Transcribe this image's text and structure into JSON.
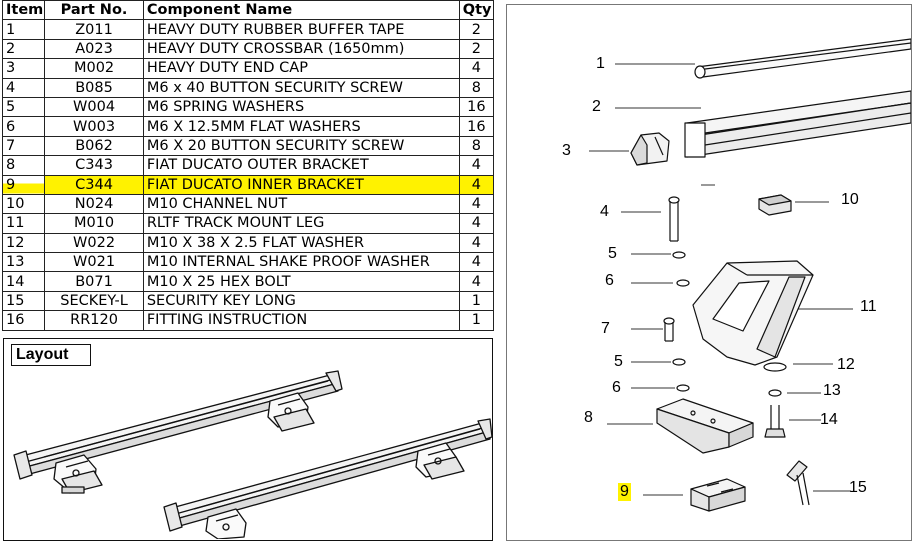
{
  "table": {
    "headers": {
      "item": "Item",
      "part_no": "Part No.",
      "name": "Component Name",
      "qty": "Qty"
    },
    "rows": [
      {
        "item": "1",
        "part_no": "Z011",
        "name": "HEAVY DUTY RUBBER BUFFER TAPE",
        "qty": "2",
        "highlight": false
      },
      {
        "item": "2",
        "part_no": "A023",
        "name": "HEAVY DUTY CROSSBAR (1650mm)",
        "qty": "2",
        "highlight": false
      },
      {
        "item": "3",
        "part_no": "M002",
        "name": "HEAVY DUTY END CAP",
        "qty": "4",
        "highlight": false
      },
      {
        "item": "4",
        "part_no": "B085",
        "name": "M6 x 40 BUTTON SECURITY SCREW",
        "qty": "8",
        "highlight": false
      },
      {
        "item": "5",
        "part_no": "W004",
        "name": "M6 SPRING WASHERS",
        "qty": "16",
        "highlight": false
      },
      {
        "item": "6",
        "part_no": "W003",
        "name": "M6 X 12.5MM FLAT WASHERS",
        "qty": "16",
        "highlight": false
      },
      {
        "item": "7",
        "part_no": "B062",
        "name": "M6 X 20 BUTTON SECURITY SCREW",
        "qty": "8",
        "highlight": false
      },
      {
        "item": "8",
        "part_no": "C343",
        "name": "FIAT DUCATO OUTER BRACKET",
        "qty": "4",
        "highlight": false
      },
      {
        "item": "9",
        "part_no": "C344",
        "name": "FIAT DUCATO INNER BRACKET",
        "qty": "4",
        "highlight": true
      },
      {
        "item": "10",
        "part_no": "N024",
        "name": "M10 CHANNEL NUT",
        "qty": "4",
        "highlight": false
      },
      {
        "item": "11",
        "part_no": "M010",
        "name": "RLTF TRACK MOUNT LEG",
        "qty": "4",
        "highlight": false
      },
      {
        "item": "12",
        "part_no": "W022",
        "name": "M10 X 38 X 2.5 FLAT WASHER",
        "qty": "4",
        "highlight": false
      },
      {
        "item": "13",
        "part_no": "W021",
        "name": "M10 INTERNAL SHAKE PROOF WASHER",
        "qty": "4",
        "highlight": false
      },
      {
        "item": "14",
        "part_no": "B071",
        "name": "M10 X 25 HEX BOLT",
        "qty": "4",
        "highlight": false
      },
      {
        "item": "15",
        "part_no": "SECKEY-L",
        "name": "SECURITY KEY LONG",
        "qty": "1",
        "highlight": false
      },
      {
        "item": "16",
        "part_no": "RR120",
        "name": "FITTING INSTRUCTION",
        "qty": "1",
        "highlight": false
      }
    ]
  },
  "layout": {
    "title": "Layout"
  },
  "diagram": {
    "highlight_color": "#fff200",
    "callouts": {
      "c1": "1",
      "c2": "2",
      "c3": "3",
      "c4": "4",
      "c5a": "5",
      "c6a": "6",
      "c7": "7",
      "c5b": "5",
      "c6b": "6",
      "c8": "8",
      "c9": "9",
      "c10": "10",
      "c11": "11",
      "c12": "12",
      "c13": "13",
      "c14": "14",
      "c15": "15"
    }
  }
}
